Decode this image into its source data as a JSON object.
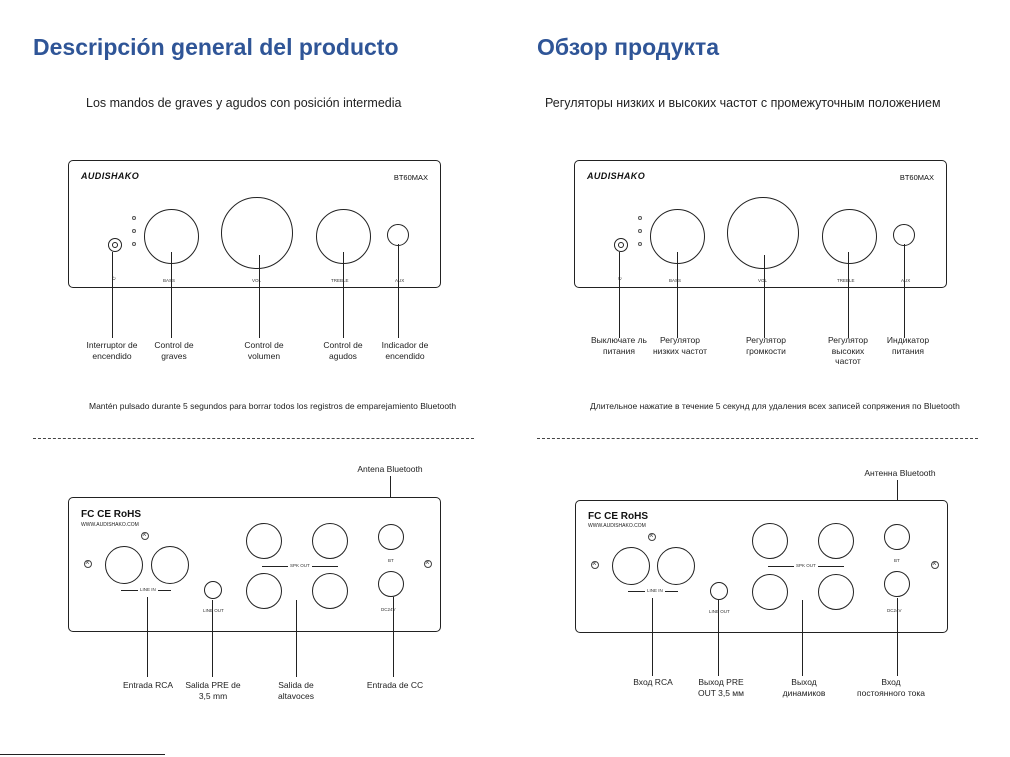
{
  "left": {
    "title": "Descripción general del producto",
    "subtitle": "Los mandos de graves y agudos con posición intermedia",
    "front_labels": [
      "Interruptor de encendido",
      "Control de graves",
      "Control de volumen",
      "Control de agudos",
      "Indicador de encendido"
    ],
    "note": "Mantén pulsado durante 5 segundos para borrar todos los registros de emparejamiento Bluetooth",
    "antenna": "Antena Bluetooth",
    "rear_labels": [
      "Entrada RCA",
      "Salida PRE de 3,5 mm",
      "Salida de altavoces",
      "Entrada de CC"
    ]
  },
  "right": {
    "title": "Обзор продукта",
    "subtitle": "Регуляторы низких и высоких частот с промежуточным положением",
    "front_labels": [
      "Выключате ль питания",
      "Регулятор низких частот",
      "Регулятор громкости",
      "Регулятор высоких частот",
      "Индикатор питания"
    ],
    "note": "Длительное нажатие в течение 5 секунд для удаления всех записей сопряжения по Bluetooth",
    "antenna": "Антенна Bluetooth",
    "rear_labels": [
      "Вход RCA",
      "Выход PRE OUT 3,5 мм",
      "Выход динамиков",
      "Вход постоянного тока"
    ]
  },
  "device": {
    "brand": "AUDISHAKO",
    "model": "BT60MAX",
    "bass": "BASS",
    "vol": "VOL",
    "treble": "TREBLE",
    "aux": "AUX",
    "power_symbol": "⏻",
    "cert": "FC CE RoHS",
    "website": "WWW.AUDISHAKO.COM",
    "line_in": "LINE IN",
    "line_out": "LINE OUT",
    "spk_out": "SPK OUT",
    "bt": "BT",
    "dc": "DC24V"
  }
}
